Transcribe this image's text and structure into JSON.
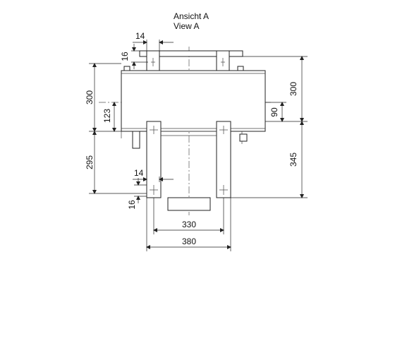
{
  "title": {
    "line1": "Ansicht A",
    "line2": "View A"
  },
  "dimensions": {
    "top_hole_spacing": "14",
    "top_hole_offset": "16",
    "left_height": "300",
    "left_center": "123",
    "right_height": "300",
    "right_center": "90",
    "lower_left_height": "295",
    "lower_right_height": "345",
    "bottom_hole_spacing": "14",
    "bottom_hole_offset": "16",
    "inner_width": "330",
    "outer_width": "380"
  }
}
